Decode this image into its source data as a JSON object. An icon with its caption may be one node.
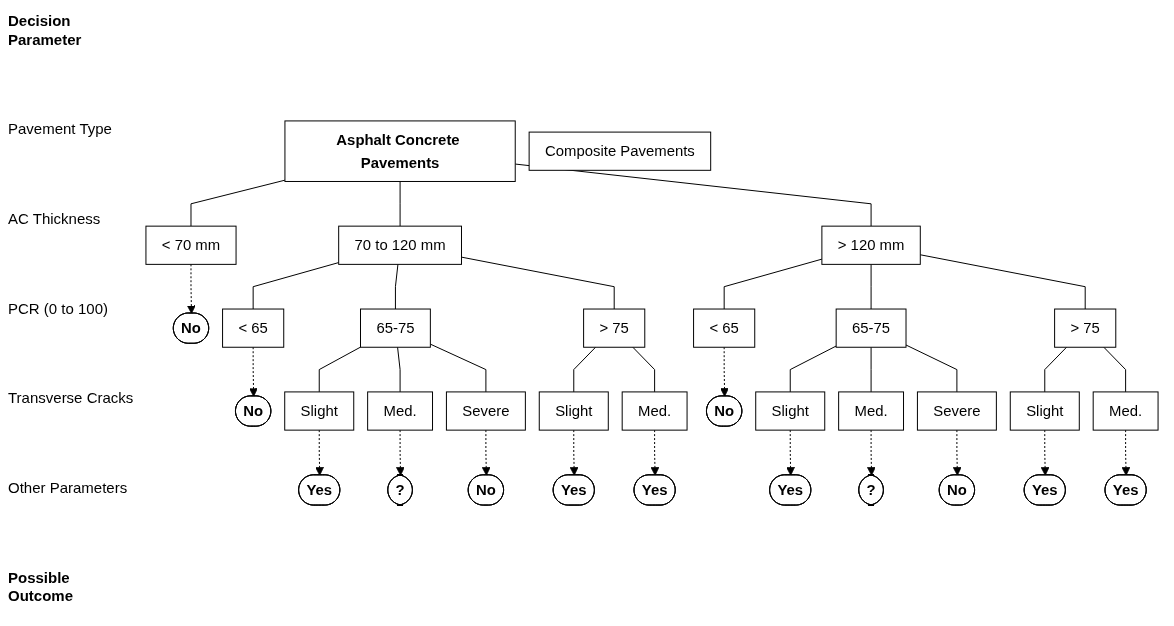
{
  "diagram": {
    "nodes": [
      {
        "text": [
          "Asphalt Concrete Pavements"
        ]
      },
      {
        "text": [
          "Composite Pavements"
        ]
      },
      {
        "text": [
          "< 70 mm"
        ]
      },
      {
        "text": [
          "70 to 120 mm"
        ]
      },
      {
        "text": [
          "> 120 mm"
        ]
      },
      {
        "text": [
          "No"
        ]
      },
      {
        "text": [
          "< 65"
        ]
      },
      {
        "text": [
          "65-75"
        ]
      },
      {
        "text": [
          "> 75"
        ]
      },
      {
        "text": [
          "< 65"
        ]
      },
      {
        "text": [
          "65-75"
        ]
      },
      {
        "text": [
          "> 75"
        ]
      },
      {
        "text": [
          "No"
        ]
      },
      {
        "text": [
          "No"
        ]
      },
      {
        "text": [
          "Slight"
        ]
      },
      {
        "text": [
          "Med."
        ]
      },
      {
        "text": [
          "Severe"
        ]
      },
      {
        "text": [
          "Slight"
        ]
      },
      {
        "text": [
          "Med."
        ]
      },
      {
        "text": [
          "Slight"
        ]
      },
      {
        "text": [
          "Med."
        ]
      },
      {
        "text": [
          "Severe"
        ]
      },
      {
        "text": [
          "Slight"
        ]
      },
      {
        "text": [
          "Med."
        ]
      },
      {
        "text": [
          "Yes"
        ]
      },
      {
        "text": [
          "?"
        ]
      },
      {
        "text": [
          "No"
        ]
      },
      {
        "text": [
          "Yes"
        ]
      },
      {
        "text": [
          "Yes"
        ]
      },
      {
        "text": [
          "Yes"
        ]
      },
      {
        "text": [
          "?"
        ]
      },
      {
        "text": [
          "No"
        ]
      },
      {
        "text": [
          "Yes"
        ]
      },
      {
        "text": [
          "Yes"
        ]
      }
    ],
    "edges": [
      {
        "from": 0,
        "to": 2,
        "arrow": "none"
      },
      {
        "from": 0,
        "to": 3,
        "arrow": "none"
      },
      {
        "from": 0,
        "to": 4,
        "arrow": "none"
      },
      {
        "from": 2,
        "to": 5,
        "arrow": "to",
        "style": "dashed"
      },
      {
        "from": 3,
        "to": 6,
        "arrow": "none"
      },
      {
        "from": 3,
        "to": 7,
        "arrow": "none"
      },
      {
        "from": 3,
        "to": 8,
        "arrow": "none"
      },
      {
        "from": 4,
        "to": 9,
        "arrow": "none"
      },
      {
        "from": 4,
        "to": 10,
        "arrow": "none"
      },
      {
        "from": 4,
        "to": 11,
        "arrow": "none"
      },
      {
        "from": 6,
        "to": 12,
        "arrow": "to",
        "style": "dashed"
      },
      {
        "from": 9,
        "to": 13,
        "arrow": "to",
        "style": "dashed"
      },
      {
        "from": 7,
        "to": 14,
        "arrow": "none"
      },
      {
        "from": 7,
        "to": 15,
        "arrow": "none"
      },
      {
        "from": 7,
        "to": 16,
        "arrow": "none"
      },
      {
        "from": 8,
        "to": 17,
        "arrow": "none"
      },
      {
        "from": 8,
        "to": 18,
        "arrow": "none"
      },
      {
        "from": 10,
        "to": 19,
        "arrow": "none"
      },
      {
        "from": 10,
        "to": 20,
        "arrow": "none"
      },
      {
        "from": 10,
        "to": 21,
        "arrow": "none"
      },
      {
        "from": 11,
        "to": 22,
        "arrow": "none"
      },
      {
        "from": 11,
        "to": 23,
        "arrow": "none"
      },
      {
        "from": 14,
        "to": 24,
        "arrow": "to",
        "style": "dashed"
      },
      {
        "from": 15,
        "to": 25,
        "arrow": "to",
        "style": "dashed"
      },
      {
        "from": 16,
        "to": 26,
        "arrow": "to",
        "style": "dashed"
      },
      {
        "from": 17,
        "to": 27,
        "arrow": "to",
        "style": "dashed"
      },
      {
        "from": 18,
        "to": 28,
        "arrow": "to",
        "style": "dashed"
      },
      {
        "from": 19,
        "to": 29,
        "arrow": "to",
        "style": "dashed"
      },
      {
        "from": 20,
        "to": 30,
        "arrow": "to",
        "style": "dashed"
      },
      {
        "from": 21,
        "to": 31,
        "arrow": "to",
        "style": "dashed"
      },
      {
        "from": 22,
        "to": 32,
        "arrow": "to",
        "style": "dashed"
      },
      {
        "from": 23,
        "to": 33,
        "arrow": "to",
        "style": "dashed"
      }
    ],
    "labels": [
      "Decision Parameter",
      "Pavement Type",
      "AC Thickness",
      "PCR (0 to 100)",
      "Transverse Cracks",
      "Other Parameters",
      "Possible Outcome"
    ]
  }
}
